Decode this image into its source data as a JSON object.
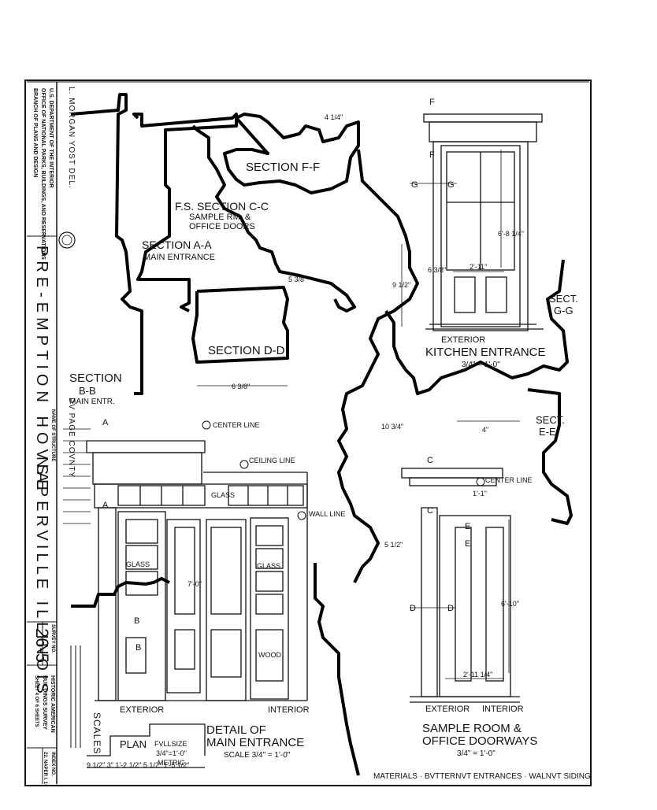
{
  "left_panel": {
    "delineator": "L. MORGAN YOST  DEL.",
    "agency_line1": "U.S. DEPARTMENT OF THE INTERIOR",
    "agency_line2": "OFFICE OF NATIONAL PARKS, BUILDINGS, AND RESERVATIONS",
    "agency_line3": "BRANCH OF PLANS AND DESIGN",
    "name_of_structure_label": "NAME OF STRUCTURE",
    "structure_name": "PRE-EMPTION HOVSE",
    "location": "NAPERVILLE   ILLINOIS",
    "county": "DV PAGE COVNTY",
    "survey_no_label": "SURVEY NO.",
    "survey_no": "26-5",
    "habs_label1": "HISTORIC AMERICAN",
    "habs_label2": "BUILDINGS SURVEY",
    "sheet_label": "SHEET  4  OF  6  SHEETS",
    "index_label": "INDEX NO.",
    "index_no": "22. NAPER I. 1-"
  },
  "sections": {
    "ff": "SECTION F-F",
    "cc_line1": "F.S. SECTION C-C",
    "cc_line2": "SAMPLE RM. &",
    "cc_line3": "OFFICE DOORS",
    "aa_line1": "SECTION A-A",
    "aa_line2": "MAIN ENTRANCE",
    "dd": "SECTION D-D",
    "bb_line1": "SECTION",
    "bb_line2": "B-B",
    "bb_line3": "MAIN ENTR.",
    "gg_line1": "SECT.",
    "gg_line2": "G-G",
    "ee_line1": "SECT.",
    "ee_line2": "E-E"
  },
  "dimensions": {
    "d1": "4 1/4\"",
    "d2": "5 3/8\"",
    "d3": "6 3/8\"",
    "d4": "4\"",
    "d5": "10 3/4\"",
    "d6": "5 1/2\"",
    "d7": "9 1/2\"",
    "door_width": "2'-11\"",
    "door_height": "6'-8 1/4\"",
    "door_side": "6 3/8\"",
    "main_height": "7'-0\"",
    "sample_width": "2'-11 1/4\"",
    "sample_height": "6'-10\"",
    "sample_top": "1'-1\"",
    "plan_dims": "9 1/2\"  3\"  1'-2 1/2\"  5 1/2\"  1'-5 1/2\""
  },
  "labels": {
    "glass": "GLASS",
    "wood": "WOOD",
    "center_line": "CENTER LINE",
    "ceiling_line": "CEILING LINE",
    "wall_line": "WALL LINE",
    "exterior": "EXTERIOR",
    "interior": "INTERIOR",
    "plan": "PLAN",
    "scales": "SCALES",
    "fullsize": "FVLLSIZE",
    "scale_34": "3/4\"=1'-0\"",
    "metric": "METRIC",
    "kitchen_ext": "EXTERIOR",
    "kitchen_title": "KITCHEN ENTRANCE",
    "kitchen_scale": "3/4\" = 1'-0\"",
    "main_title_1": "DETAIL OF",
    "main_title_2": "MAIN ENTRANCE",
    "main_scale": "SCALE 3/4\" = 1'-0\"",
    "sample_title_1": "SAMPLE ROOM &",
    "sample_title_2": "OFFICE DOORWAYS",
    "sample_scale": "3/4\" = 1'-0\"",
    "materials": "MATERIALS · BVTTERNVT ENTRANCES  ·  WALNVT SIDING",
    "cut_a": "A",
    "cut_b": "B",
    "cut_c": "C",
    "cut_d": "D",
    "cut_e": "E",
    "cut_f": "F",
    "cut_g": "G"
  }
}
